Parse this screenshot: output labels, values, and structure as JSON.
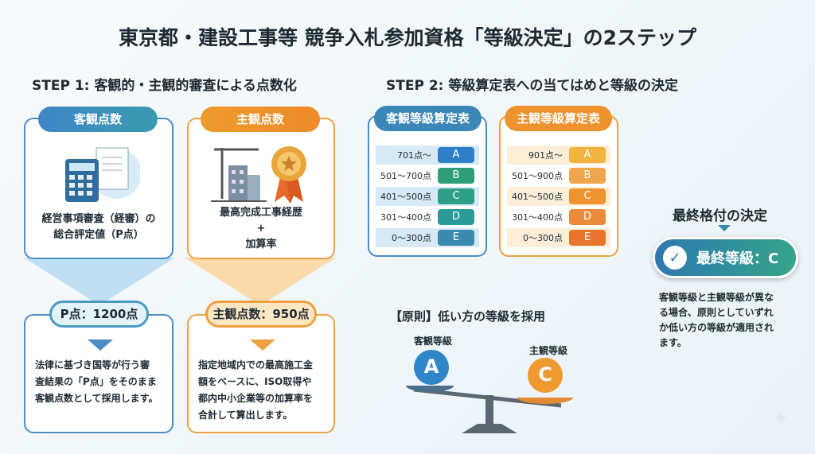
{
  "title": "東京都・建設工事等 競争入札参加資格「等級決定」の2ステップ",
  "step1": {
    "heading": "STEP 1: 客観的・主観的審査による点数化",
    "objective": {
      "label": "客観点数",
      "line1": "経営事項審査（経審）の",
      "line2": "総合評定値（P点）",
      "result": "P点：1200点",
      "desc": [
        "法律に基づき国等が行う審",
        "査結果の「P点」をそのまま",
        "客観点数として採用します。"
      ]
    },
    "subjective": {
      "label": "主観点数",
      "line1": "最高完成工事経歴",
      "line2": "+",
      "line3": "加算率",
      "result": "主観点数：950点",
      "desc": [
        "指定地域内での最高施工金",
        "額をベースに、ISO取得や",
        "都内中小企業等の加算率を",
        "合計して算出します。"
      ]
    }
  },
  "step2": {
    "heading": "STEP 2: 等級算定表への当てはめと等級の決定",
    "objective_table": {
      "title": "客観等級算定表",
      "rows": [
        {
          "range": "701点〜",
          "grade": "A",
          "color": "#2f7fc8"
        },
        {
          "range": "501〜700点",
          "grade": "B",
          "color": "#2e9e7a"
        },
        {
          "range": "401〜500点",
          "grade": "C",
          "color": "#2d9f86"
        },
        {
          "range": "301〜400点",
          "grade": "D",
          "color": "#2a9a98"
        },
        {
          "range": "0〜300点",
          "grade": "E",
          "color": "#3a8ab0"
        }
      ]
    },
    "subjective_table": {
      "title": "主観等級算定表",
      "rows": [
        {
          "range": "901点〜",
          "grade": "A",
          "color": "#f2b340"
        },
        {
          "range": "501〜900点",
          "grade": "B",
          "color": "#efa54a"
        },
        {
          "range": "401〜500点",
          "grade": "C",
          "color": "#ee9330"
        },
        {
          "range": "301〜400点",
          "grade": "D",
          "color": "#ec8a3a"
        },
        {
          "range": "0〜300点",
          "grade": "E",
          "color": "#e8732a"
        }
      ]
    },
    "principle": {
      "title": "【原則】低い方の等級を採用",
      "left_label": "客観等級",
      "left_grade": "A",
      "right_label": "主観等級",
      "right_grade": "C"
    },
    "final": {
      "heading": "最終格付の決定",
      "result": "最終等級：C",
      "desc": [
        "客観等級と主観等級が異な",
        "る場合、原則としていずれ",
        "か低い方の等級が適用され",
        "ます。"
      ]
    }
  }
}
